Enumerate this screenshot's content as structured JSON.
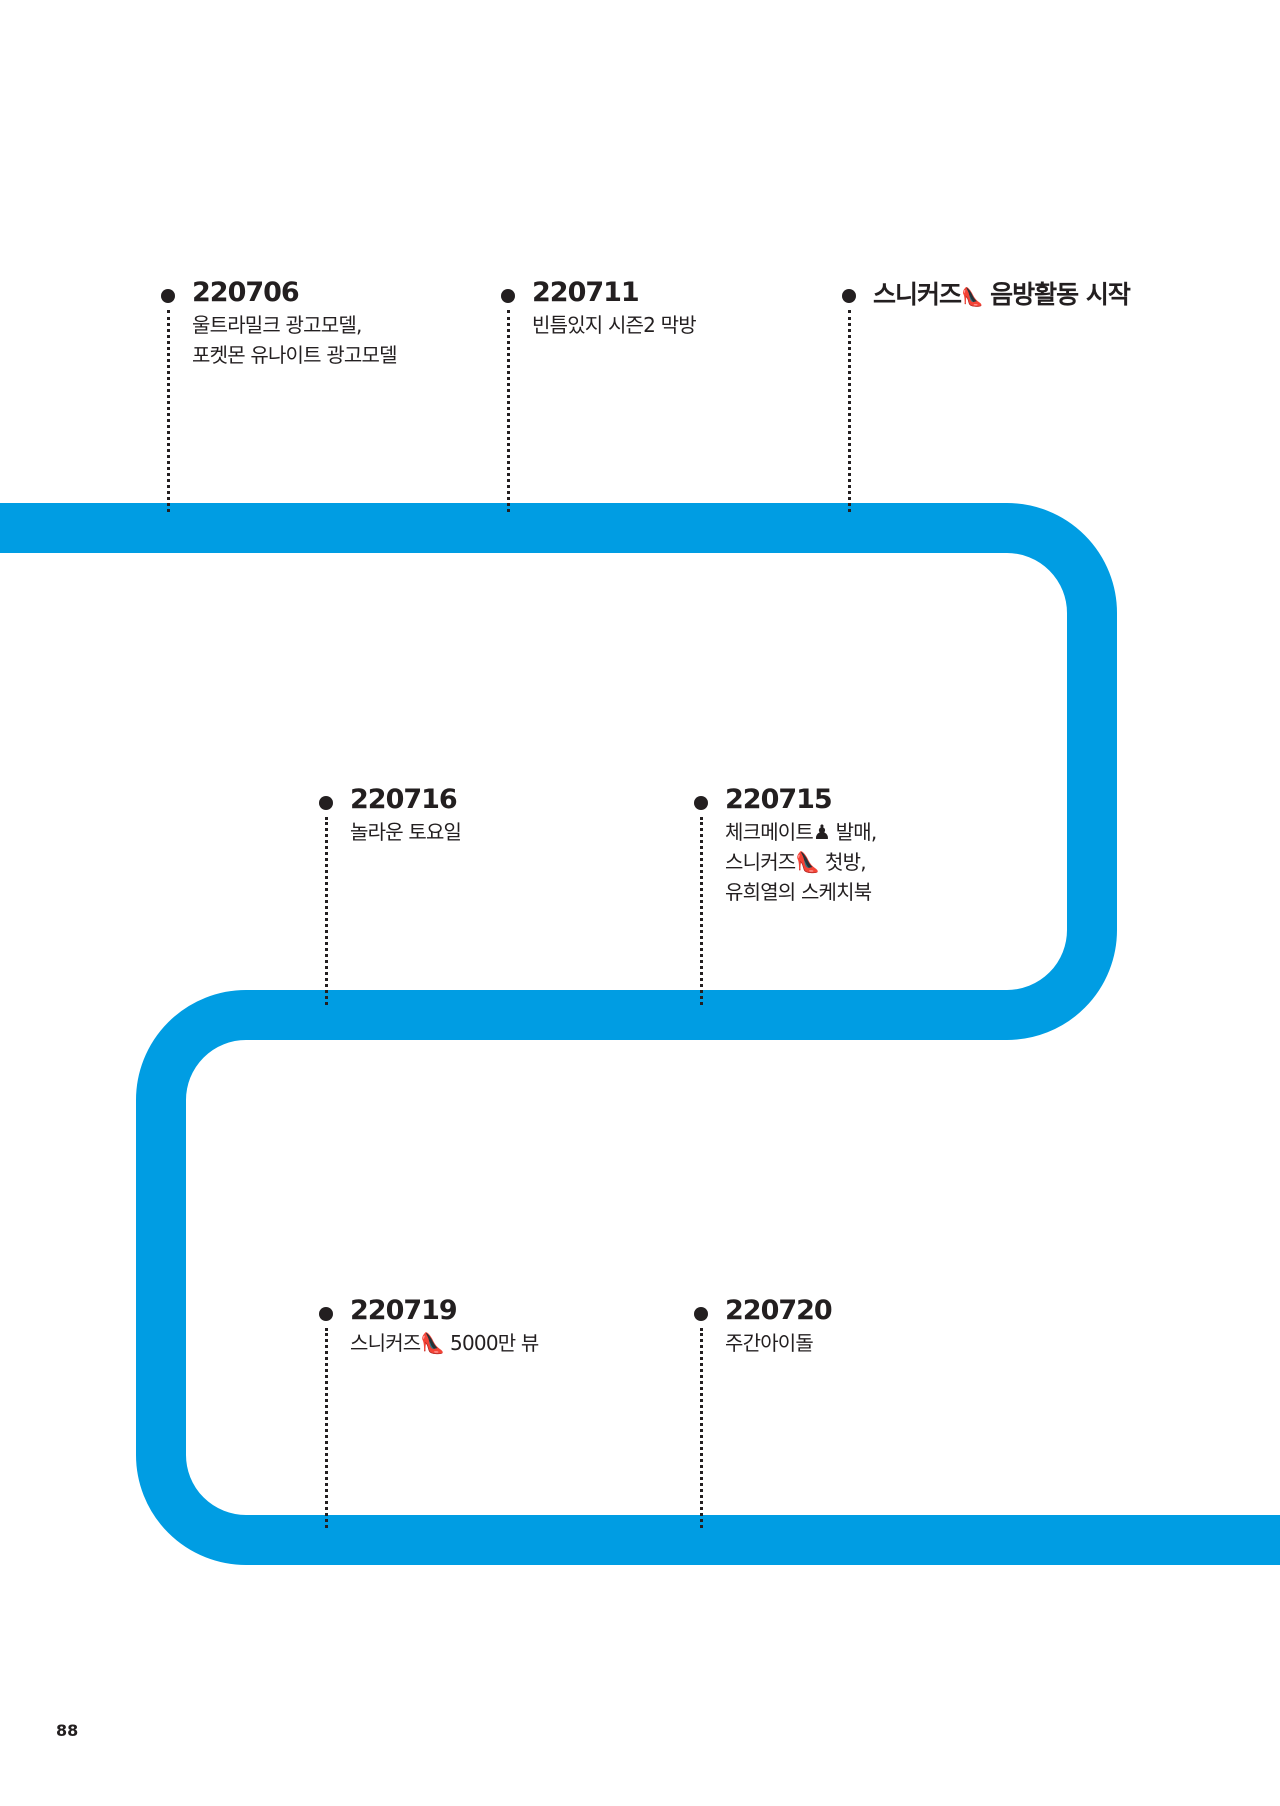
{
  "page_number": "88",
  "colors": {
    "road": "#009de3",
    "text": "#231f20"
  },
  "events": [
    {
      "date": "220706",
      "lines": [
        "울트라밀크 광고모델,",
        "포켓몬 유나이트 광고모델"
      ]
    },
    {
      "date": "220711",
      "lines": [
        "빈틈있지 시즌2 막방"
      ]
    },
    {
      "headline": "스니커즈",
      "headline_icon": "sneaker-icon",
      "headline_rest": "음방활동 시작"
    },
    {
      "date": "220716",
      "lines": [
        "놀라운 토요일"
      ]
    },
    {
      "date": "220715",
      "lines": [
        "체크메이트♟ 발매,",
        "스니커즈👠 첫방,",
        "유희열의 스케치북"
      ]
    },
    {
      "date": "220719",
      "lines": [
        "스니커즈👠 5000만 뷰"
      ]
    },
    {
      "date": "220720",
      "lines": [
        "주간아이돌"
      ]
    }
  ]
}
